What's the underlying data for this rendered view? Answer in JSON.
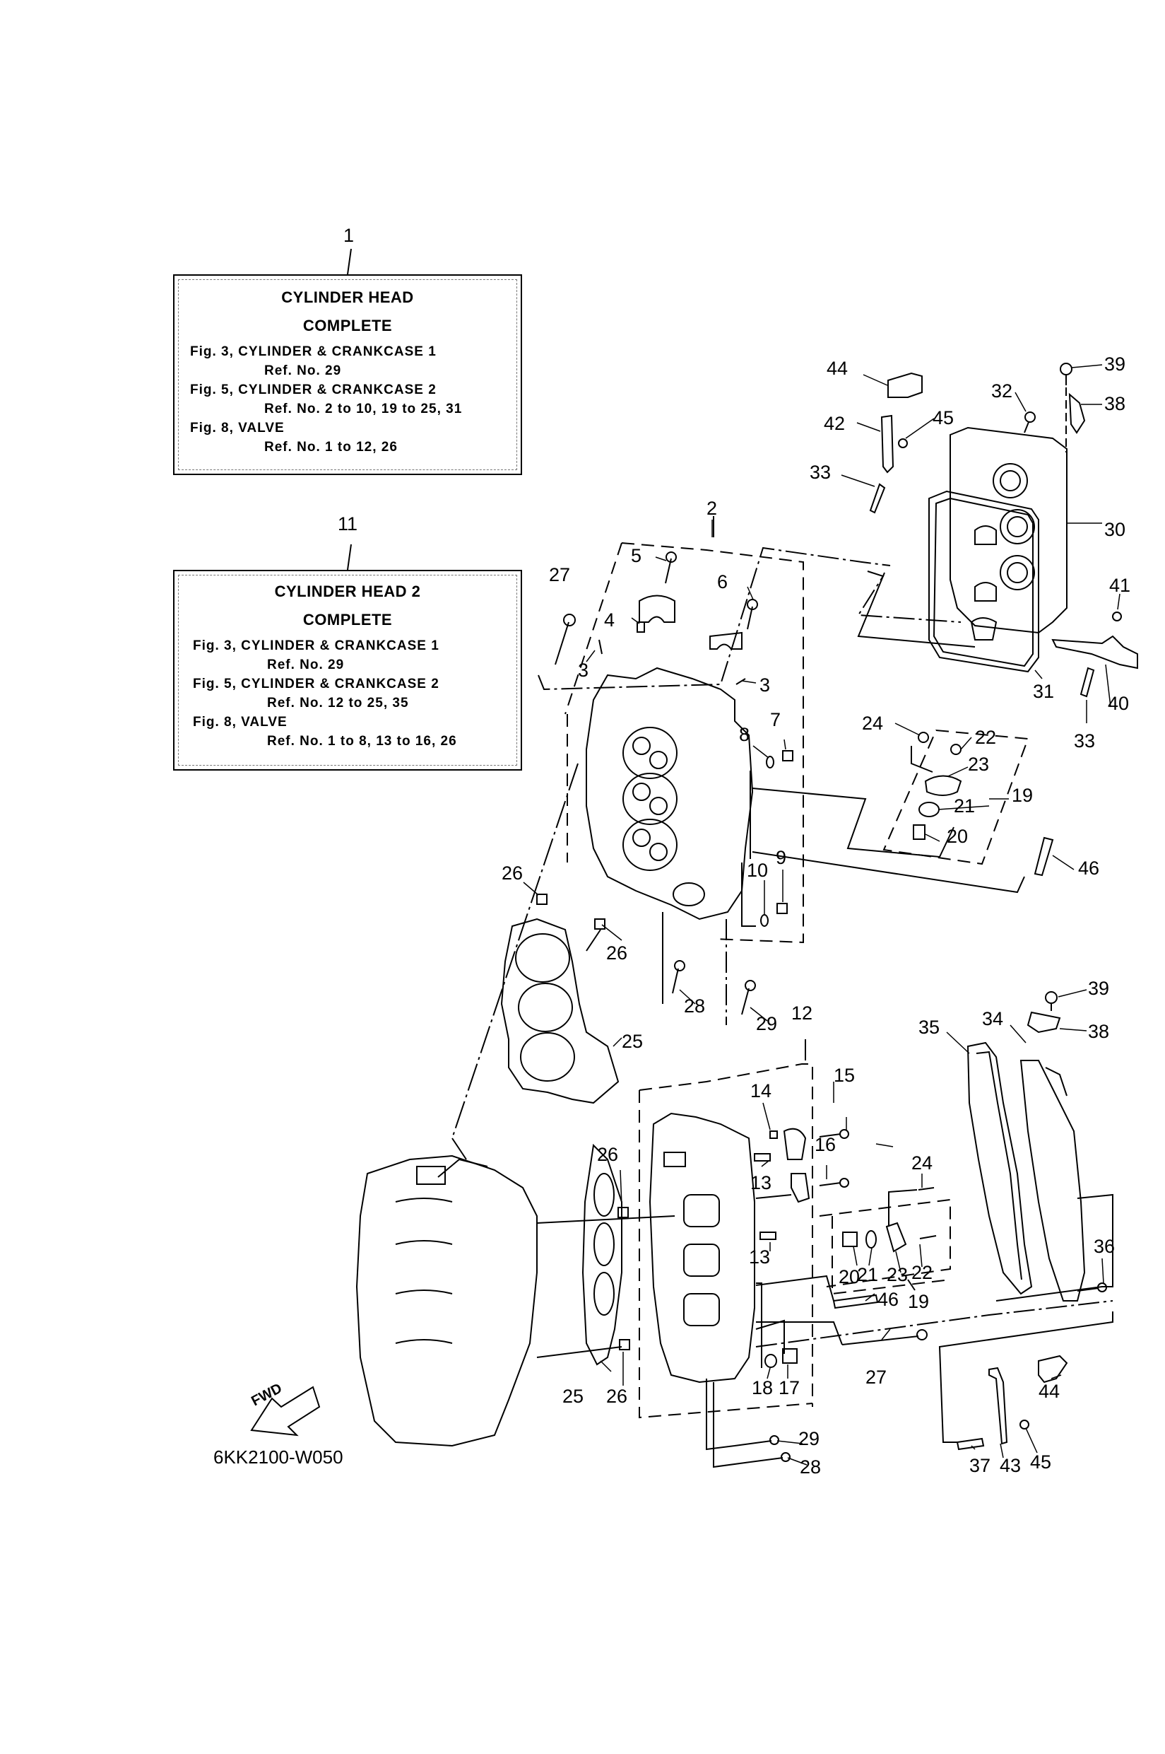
{
  "diagram": {
    "figure_code": "6KK2100-W050",
    "fwd_label": "FWD",
    "line_color": "#000000",
    "background": "#ffffff"
  },
  "info_boxes": [
    {
      "ref": "1",
      "title": "CYLINDER  HEAD",
      "subtitle": "COMPLETE",
      "lines": [
        {
          "fig": "Fig. 3, CYLINDER & CRANKCASE 1",
          "refs": "Ref. No. 29"
        },
        {
          "fig": "Fig. 5, CYLINDER & CRANKCASE 2",
          "refs": "Ref. No. 2 to 10, 19 to 25, 31"
        },
        {
          "fig": "Fig. 8, VALVE",
          "refs": "Ref. No. 1 to 12, 26"
        }
      ]
    },
    {
      "ref": "11",
      "title": "CYLINDER  HEAD 2",
      "subtitle": "COMPLETE",
      "lines": [
        {
          "fig": "Fig. 3, CYLINDER & CRANKCASE 1",
          "refs": "Ref. No. 29"
        },
        {
          "fig": "Fig. 5, CYLINDER & CRANKCASE 2",
          "refs": "Ref. No. 12 to 25, 35"
        },
        {
          "fig": "Fig. 8, VALVE",
          "refs": "Ref. No. 1 to 8, 13 to 16, 26"
        }
      ]
    }
  ],
  "callouts": {
    "c2": "2",
    "c3a": "3",
    "c3b": "3",
    "c4": "4",
    "c5": "5",
    "c6": "6",
    "c7": "7",
    "c8": "8",
    "c9": "9",
    "c10": "10",
    "c12": "12",
    "c13a": "13",
    "c13b": "13",
    "c14": "14",
    "c15": "15",
    "c16": "16",
    "c17": "17",
    "c18": "18",
    "c19a": "19",
    "c19b": "19",
    "c20a": "20",
    "c20b": "20",
    "c21a": "21",
    "c21b": "21",
    "c22a": "22",
    "c22b": "22",
    "c23a": "23",
    "c23b": "23",
    "c24a": "24",
    "c24b": "24",
    "c25a": "25",
    "c25b": "25",
    "c26a": "26",
    "c26b": "26",
    "c26c": "26",
    "c26d": "26",
    "c27a": "27",
    "c27b": "27",
    "c28a": "28",
    "c28b": "28",
    "c29a": "29",
    "c29b": "29",
    "c30": "30",
    "c31": "31",
    "c32": "32",
    "c33a": "33",
    "c33b": "33",
    "c34": "34",
    "c35": "35",
    "c36": "36",
    "c37": "37",
    "c38a": "38",
    "c38b": "38",
    "c39a": "39",
    "c39b": "39",
    "c40": "40",
    "c41": "41",
    "c42": "42",
    "c43": "43",
    "c44a": "44",
    "c44b": "44",
    "c45a": "45",
    "c45b": "45",
    "c46a": "46",
    "c46b": "46"
  }
}
